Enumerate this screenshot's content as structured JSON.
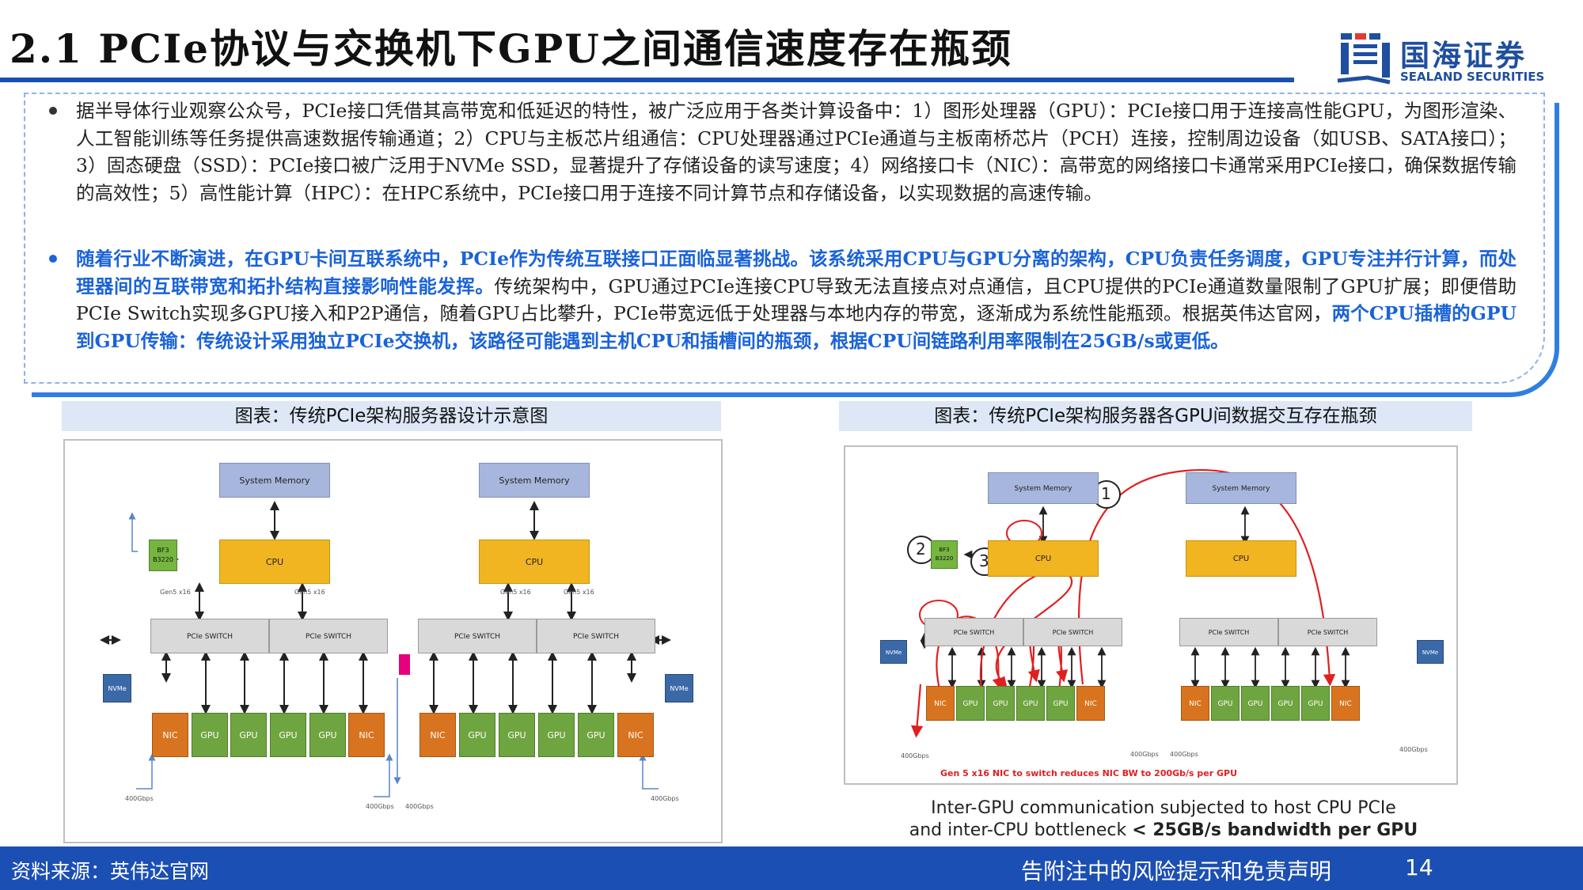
{
  "header": {
    "title": "2.1 PCIe协议与交换机下GPU之间通信速度存在瓶颈",
    "logo_cn": "国海证券",
    "logo_en": "SEALAND SECURITIES"
  },
  "body": {
    "p1": "据半导体行业观察公众号，PCIe接口凭借其高带宽和低延迟的特性，被广泛应用于各类计算设备中：1）图形处理器（GPU）：PCIe接口用于连接高性能GPU，为图形渲染、人工智能训练等任务提供高速数据传输通道；2）CPU与主板芯片组通信：CPU处理器通过PCIe通道与主板南桥芯片（PCH）连接，控制周边设备（如USB、SATA接口）；3）固态硬盘（SSD）：PCIe接口被广泛用于NVMe SSD，显著提升了存储设备的读写速度；4）网络接口卡（NIC）：高带宽的网络接口卡通常采用PCIe接口，确保数据传输的高效性；5）高性能计算（HPC）：在HPC系统中，PCIe接口用于连接不同计算节点和存储设备，以实现数据的高速传输。",
    "p2_hl1": "随着行业不断演进，在GPU卡间互联系统中，PCIe作为传统互联接口正面临显著挑战。该系统采用CPU与GPU分离的架构，CPU负责任务调度，GPU专注并行计算，而处理器间的互联带宽和拓扑结构直接影响性能发挥。",
    "p2_normal": "传统架构中，GPU通过PCIe连接CPU导致无法直接点对点通信，且CPU提供的PCIe通道数量限制了GPU扩展；即便借助PCIe Switch实现多GPU接入和P2P通信，随着GPU占比攀升，PCIe带宽远低于处理器与本地内存的带宽，逐渐成为系统性能瓶颈。根据英伟达官网，",
    "p2_hl2": "两个CPU插槽的GPU到GPU传输：传统设计采用独立PCIe交换机，该路径可能遇到主机CPU和插槽间的瓶颈，根据CPU间链路利用率限制在25GB/s或更低。"
  },
  "figure_left": {
    "caption": "图表：传统PCIe架构服务器设计示意图",
    "system_memory": "System Memory",
    "cpu": "CPU",
    "pcie_switch": "PCIe SWITCH",
    "nic": "NIC",
    "gpu": "GPU",
    "nvme": "NVMe",
    "bf3": "BF3\nB3220",
    "gen_label": "Gen5 x16",
    "bw_label": "400Gbps"
  },
  "figure_right": {
    "caption": "图表：传统PCIe架构服务器各GPU间数据交互存在瓶颈",
    "system_memory": "System Memory",
    "cpu": "CPU",
    "pcie_switch": "PCIe SWITCH",
    "nic": "NIC",
    "gpu": "GPU",
    "nvme": "NVMe",
    "bf3": "BF3\nB3220",
    "markers": [
      "1",
      "2",
      "3"
    ],
    "red_note": "Gen 5 x16 NIC to switch reduces NIC BW to 200Gb/s per GPU",
    "bw_label": "400Gbps",
    "note_line1": "Inter-GPU communication subjected to host CPU PCIe",
    "note_line2_a": "and inter-CPU bottleneck ",
    "note_line2_b": "< 25GB/s bandwidth per GPU"
  },
  "footer": {
    "source": "资料来源：英伟达官网",
    "disclaimer": "请务必阅读报告附注中的风险提示和免责声明",
    "disclaimer_visible": "告附注中的风险提示和免责声明",
    "page": "14"
  },
  "colors": {
    "brand_blue": "#1c4fb4",
    "highlight_blue": "#1a63d8",
    "caption_bg": "#dde7f6",
    "red_path": "#e02020"
  }
}
